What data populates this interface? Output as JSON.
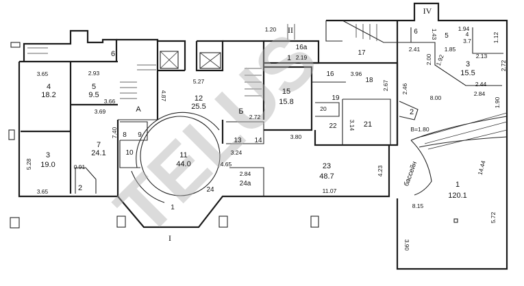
{
  "watermark": "TELUS",
  "sections": {
    "s1": "I",
    "s2": "II",
    "s4": "IV"
  },
  "rooms": {
    "r4": {
      "num": "4",
      "area": "18.2"
    },
    "r5": {
      "num": "5",
      "area": "9.5"
    },
    "r6l": {
      "num": "6"
    },
    "rA": {
      "num": "A"
    },
    "r12": {
      "num": "12",
      "area": "25.5"
    },
    "rB": {
      "num": "Б"
    },
    "r8": {
      "num": "8"
    },
    "r9": {
      "num": "9"
    },
    "r7": {
      "num": "7",
      "area": "24.1"
    },
    "r10": {
      "num": "10"
    },
    "r3l": {
      "num": "3",
      "area": "19.0"
    },
    "r2l": {
      "num": "2"
    },
    "r11": {
      "num": "11",
      "area": "44.0"
    },
    "r13": {
      "num": "13"
    },
    "r14": {
      "num": "14"
    },
    "r24a": {
      "num": "24a"
    },
    "r24": {
      "num": "24"
    },
    "r1b": {
      "num": "1"
    },
    "r1t": {
      "num": "1"
    },
    "r16a": {
      "num": "16a"
    },
    "r17": {
      "num": "17"
    },
    "r16": {
      "num": "16"
    },
    "r18": {
      "num": "18"
    },
    "r15": {
      "num": "15",
      "area": "15.8"
    },
    "r19": {
      "num": "19"
    },
    "r20": {
      "num": "20"
    },
    "r22": {
      "num": "22"
    },
    "r21": {
      "num": "21"
    },
    "r6r": {
      "num": "6"
    },
    "r5r": {
      "num": "5"
    },
    "r4r": {
      "num": "4",
      "area": "3.7"
    },
    "r3r": {
      "num": "3",
      "area": "15.5"
    },
    "r2r": {
      "num": "2"
    },
    "r23": {
      "num": "23",
      "area": "48.7"
    },
    "r1big": {
      "num": "1",
      "area": "120.1"
    },
    "pool": {
      "label": "бассейн",
      "dim": "B=1.80"
    }
  },
  "dims": {
    "d1": "3.65",
    "d2": "2.93",
    "d3": "3.66",
    "d4": "3.69",
    "d5": "4.87",
    "d6": "5.27",
    "d7": "2.72",
    "d8": "7.40",
    "d9": "5.28",
    "d10": "0.91",
    "d11": "3.65",
    "d12": "3.24",
    "d13": "4.65",
    "d14": "2.84",
    "d15": "1.20",
    "d16": "2.19",
    "d17": "3.96",
    "d18": "2.67",
    "d19": "3.14",
    "d20": "3.80",
    "d21": "1.43",
    "d22": "1.94",
    "d23": "1.12",
    "d24": "2.41",
    "d25": "1.85",
    "d26": "2.00",
    "d27": "1.92",
    "d28": "2.13",
    "d29": "2.72",
    "d30": "2.44",
    "d31": "2.84",
    "d32": "2.46",
    "d33": "8.00",
    "d34": "1.90",
    "d35": "4.23",
    "d36": "11.07",
    "d37": "14.44",
    "d38": "8.15",
    "d39": "5.72",
    "d40": "3.90"
  }
}
